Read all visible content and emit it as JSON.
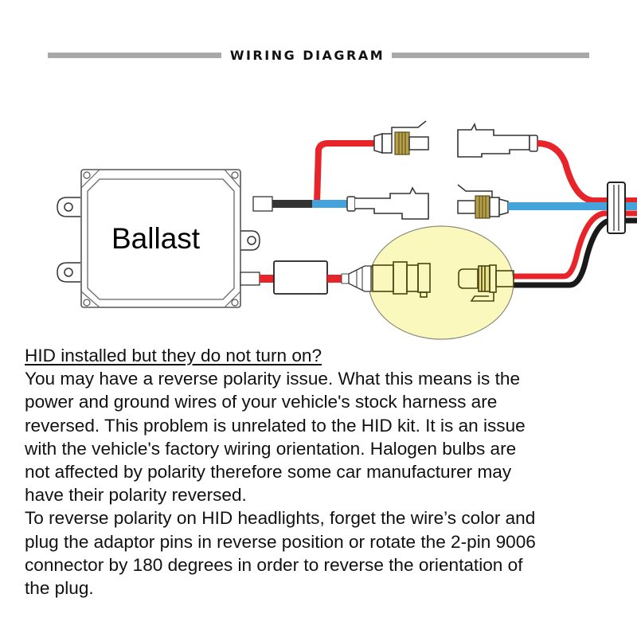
{
  "header": {
    "title": "WIRING DIAGRAM"
  },
  "diagram": {
    "ballast_label": "Ballast",
    "colors": {
      "positive_wire": "#e8242b",
      "negative_wire": "#1a1a1a",
      "signal_wire": "#44a3db",
      "highlight": "#fbf8bd",
      "connector_seal": "#a08a3a",
      "outline": "#222222"
    },
    "components": [
      {
        "name": "ballast-box"
      },
      {
        "name": "relay-module"
      },
      {
        "name": "hid-bulb-connector"
      },
      {
        "name": "vehicle-harness-connector"
      },
      {
        "name": "wire-grommet"
      }
    ]
  },
  "content": {
    "question": "HID installed but they do not turn on?",
    "paragraph1_lines": [
      "You may have a reverse polarity issue. What this means is the",
      "power and ground wires of your vehicle's stock harness are",
      "reversed. This problem is unrelated to the HID kit. It is an issue",
      "with the vehicle's factory wiring orientation. Halogen bulbs are",
      "not affected by polarity therefore some car manufacturer may",
      "have their polarity reversed."
    ],
    "paragraph2_lines": [
      "To reverse polarity on HID headlights, forget the wire’s color and",
      "plug the adaptor pins in reverse position or rotate the 2-pin 9006",
      "connector by 180 degrees in order to reverse the orientation of",
      "the plug."
    ]
  }
}
